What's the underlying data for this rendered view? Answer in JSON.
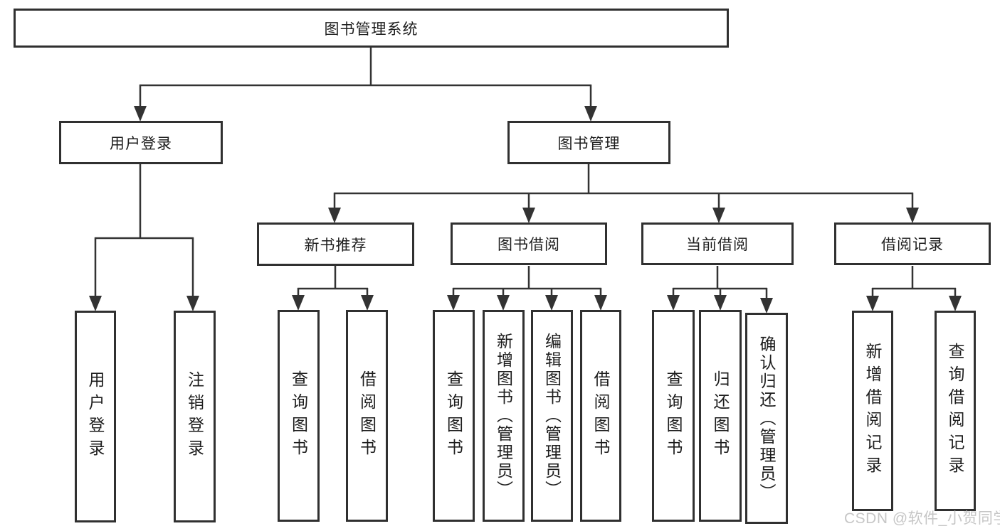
{
  "diagram": {
    "type": "hierarchy-tree",
    "title": "图书管理系统"
  },
  "colors": {
    "line": "#333333",
    "box_border": "#303030",
    "text": "#1d1d1d",
    "watermark": "#c6c6c6",
    "background": "#ffffff"
  },
  "tree": {
    "root": {
      "label": "图书管理系统",
      "children": [
        {
          "label": "用户登录",
          "children": [
            {
              "label": "用户登录"
            },
            {
              "label": "注销登录"
            }
          ]
        },
        {
          "label": "图书管理",
          "children": [
            {
              "label": "新书推荐",
              "children": [
                {
                  "label": "查询图书"
                },
                {
                  "label": "借阅图书"
                }
              ]
            },
            {
              "label": "图书借阅",
              "children": [
                {
                  "label": "查询图书"
                },
                {
                  "label": "新增图书（管理员）"
                },
                {
                  "label": "编辑图书（管理员）"
                },
                {
                  "label": "借阅图书"
                }
              ]
            },
            {
              "label": "当前借阅",
              "children": [
                {
                  "label": "查询图书"
                },
                {
                  "label": "归还图书"
                },
                {
                  "label": "确认归还（管理员）"
                }
              ]
            },
            {
              "label": "借阅记录",
              "children": [
                {
                  "label": "新增借阅记录"
                },
                {
                  "label": "查询借阅记录"
                }
              ]
            }
          ]
        }
      ]
    }
  },
  "watermark": {
    "text": "CSDN @软件_小贺同学"
  }
}
